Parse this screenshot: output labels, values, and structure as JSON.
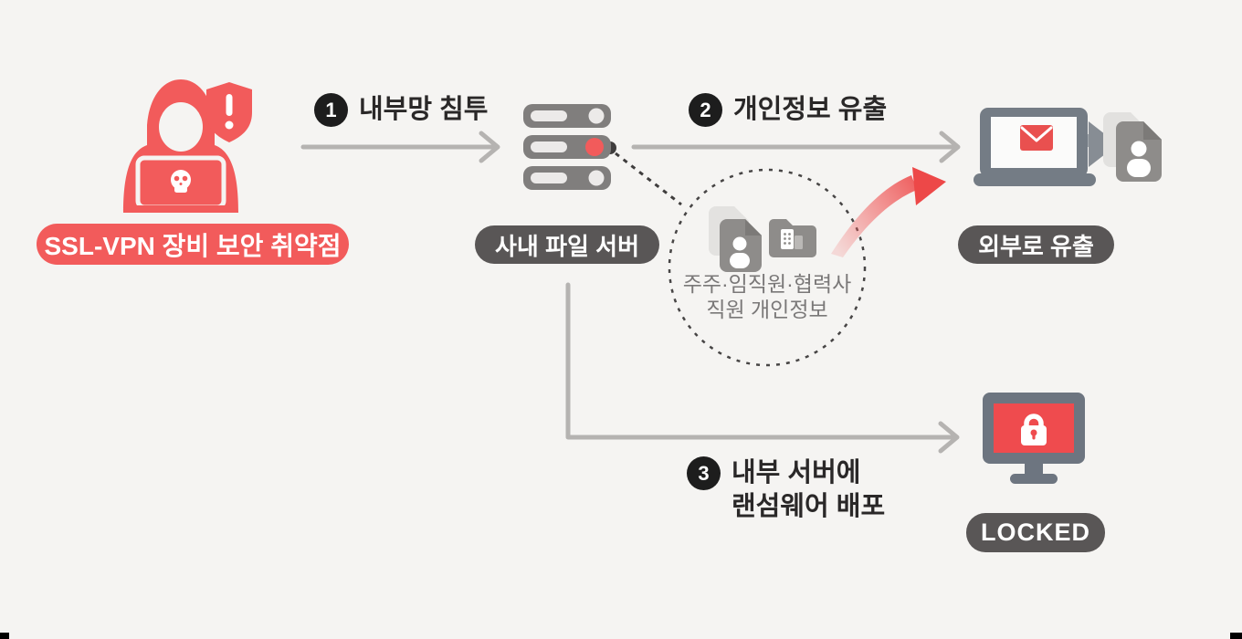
{
  "colors": {
    "background": "#f5f4f2",
    "accent_red": "#f25b5b",
    "pill_dark_gray": "#595656",
    "icon_gray": "#8e8c8a",
    "device_slate_gray": "#6d7580",
    "arrow_gray": "#b5b3b1",
    "badge_black": "#1d1d1d",
    "dashed_line": "#474545"
  },
  "attacker": {
    "vulnerability_label": "SSL-VPN 장비 보안 취약점"
  },
  "steps": [
    {
      "number": "1",
      "label": "내부망 침투"
    },
    {
      "number": "2",
      "label": "개인정보 유출"
    },
    {
      "number": "3",
      "label_line1": "내부 서버에",
      "label_line2": "랜섬웨어 배포"
    }
  ],
  "file_server": {
    "label": "사내 파일 서버"
  },
  "personal_data": {
    "line1": "주주·임직원·협력사",
    "line2": "직원 개인정보"
  },
  "exfiltration": {
    "label": "외부로 유출"
  },
  "ransomware": {
    "status_label": "LOCKED"
  }
}
